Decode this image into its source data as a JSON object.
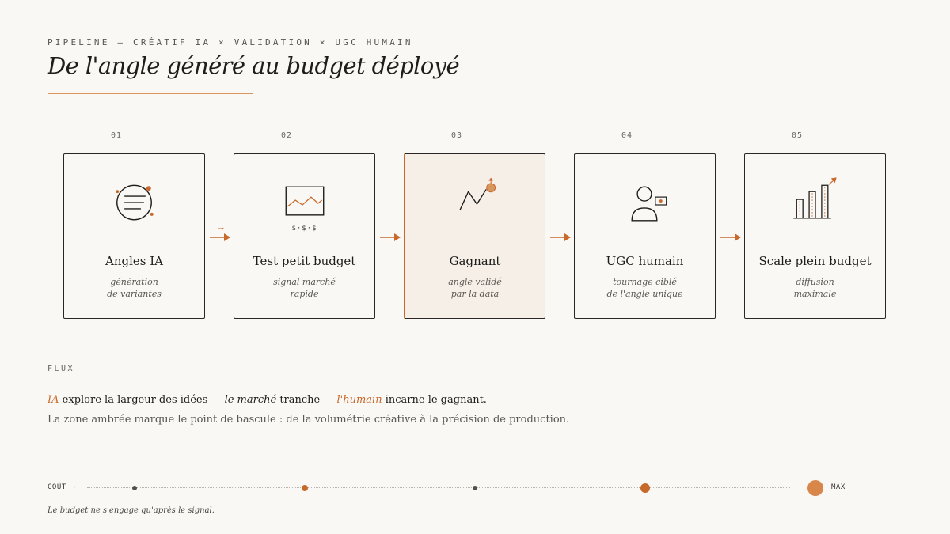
{
  "header": {
    "eyebrow": "PIPELINE — CRÉATIF IA × VALIDATION × UGC HUMAIN",
    "title": "De l'angle généré au budget déployé"
  },
  "steps": [
    {
      "num": "01",
      "title": "Angles IA",
      "sub1": "génération",
      "sub2": "de variantes",
      "icon": "document-lines-icon"
    },
    {
      "num": "02",
      "title": "Test petit budget",
      "sub1": "signal marché",
      "sub2": "rapide",
      "icon": "chart-window-icon",
      "budget_label": "$·$·$"
    },
    {
      "num": "03",
      "title": "Gagnant",
      "sub1": "angle validé",
      "sub2": "par la data",
      "icon": "winning-trend-icon",
      "highlighted": true
    },
    {
      "num": "04",
      "title": "UGC humain",
      "sub1": "tournage ciblé",
      "sub2": "de l'angle unique",
      "icon": "creator-camera-icon"
    },
    {
      "num": "05",
      "title": "Scale plein budget",
      "sub1": "diffusion",
      "sub2": "maximale",
      "icon": "bar-chart-growth-icon"
    }
  ],
  "flux": {
    "label": "FLUX",
    "line1": {
      "part1": "IA",
      "part2": " explore la largeur des idées — ",
      "part3": "le marché",
      "part4": " tranche — ",
      "part5": "l'humain",
      "part6": " incarne le gagnant."
    },
    "line2": "La zone ambrée marque le point de bascule : de la volumétrie créative à la précision de production."
  },
  "cost": {
    "label": "COÛT →",
    "max_label": "MAX",
    "levels": [
      1,
      2,
      1,
      3,
      5
    ]
  },
  "footer": "Le budget ne s'engage qu'après le signal.",
  "colors": {
    "accent": "#c8692c",
    "accent_light": "#d8965f",
    "ink": "#1f1d1a",
    "background": "#faf8f4",
    "highlight_bg": "#f6efe8"
  }
}
